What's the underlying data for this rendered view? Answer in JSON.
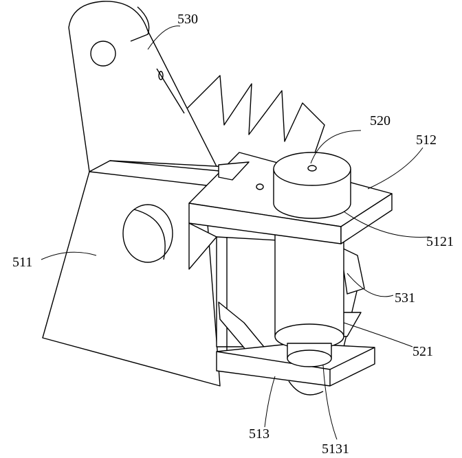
{
  "figure": {
    "labels": {
      "arm": "530",
      "cylinder": "520",
      "top_plate": "512",
      "cylinder_base": "5121",
      "side_plate": "511",
      "guide": "531",
      "shaft": "521",
      "bottom_plate": "513",
      "bottom_part": "5131"
    }
  }
}
